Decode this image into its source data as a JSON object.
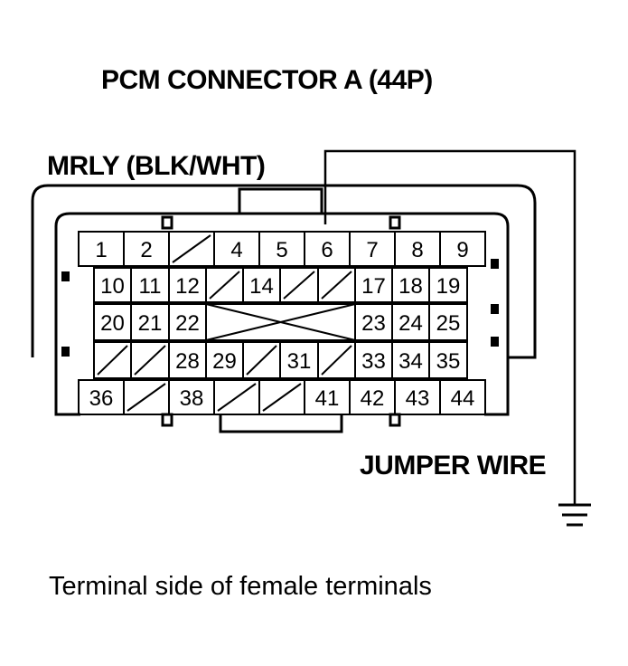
{
  "diagram": {
    "title": "PCM CONNECTOR A (44P)",
    "wire_label": "MRLY (BLK/WHT)",
    "jumper_label": "JUMPER WIRE",
    "caption": "Terminal side of female terminals",
    "terminals": {
      "row1": [
        "1",
        "2",
        "",
        "4",
        "5",
        "6",
        "7",
        "8",
        "9"
      ],
      "row2": [
        "10",
        "11",
        "12",
        "",
        "14",
        "",
        "",
        "17",
        "18",
        "19"
      ],
      "row3": [
        "20",
        "21",
        "22",
        "23",
        "24",
        "25"
      ],
      "row4": [
        "",
        "",
        "28",
        "29",
        "",
        "31",
        "",
        "33",
        "34",
        "35"
      ],
      "row5": [
        "36",
        "",
        "38",
        "",
        "",
        "41",
        "42",
        "43",
        "44"
      ]
    }
  }
}
